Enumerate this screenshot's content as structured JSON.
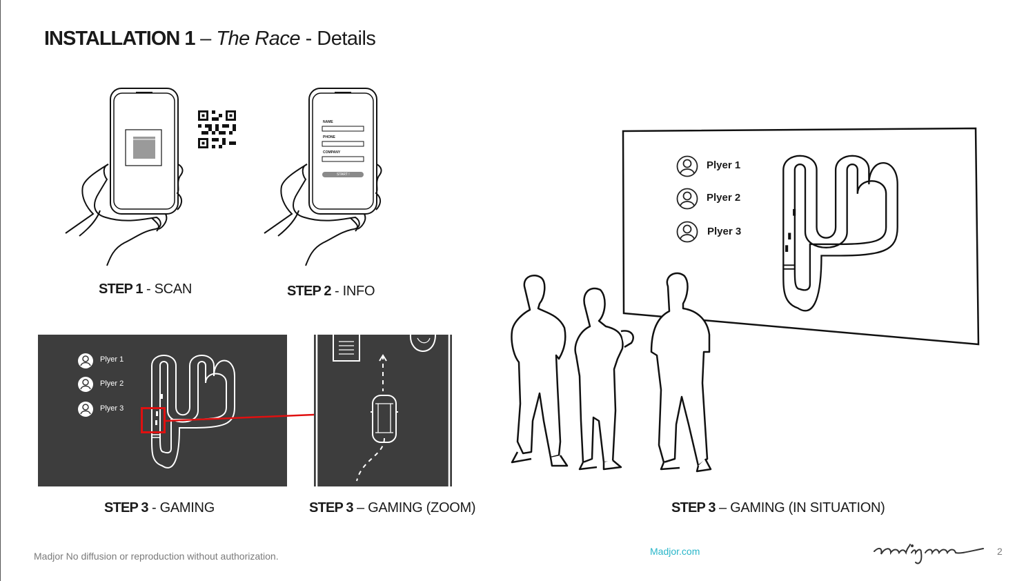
{
  "header": {
    "title_bold": "INSTALLATION 1",
    "title_sep1": " – ",
    "title_italic": "The Race",
    "title_rest": " - Details"
  },
  "phone_form": {
    "name_label": "NAME",
    "phone_label": "PHONE",
    "company_label": "COMPANY",
    "start_button": "START !"
  },
  "steps": {
    "step1": {
      "bold": "STEP 1",
      "rest": " - SCAN"
    },
    "step2": {
      "bold": "STEP 2",
      "rest": " - INFO"
    },
    "step3a": {
      "bold": "STEP 3",
      "rest": " - GAMING"
    },
    "step3b": {
      "bold": "STEP 3",
      "rest": " – GAMING (ZOOM)"
    },
    "step3c": {
      "bold": "STEP 3",
      "rest": " – GAMING (IN SITUATION)"
    }
  },
  "players": [
    "Plyer 1",
    "Plyer 2",
    "Plyer 3"
  ],
  "footer": {
    "disclaimer": "Madjor No diffusion or reproduction without authorization.",
    "link": "Madjor.com",
    "page_number": "2"
  },
  "colors": {
    "screen_dark": "#3d3d3d",
    "highlight_red": "#e01010",
    "link_teal": "#29b6c9",
    "footer_gray": "#7a7a7a"
  },
  "icons": [
    "qr-code-icon",
    "user-avatar-icon",
    "car-icon",
    "signature-logo"
  ]
}
